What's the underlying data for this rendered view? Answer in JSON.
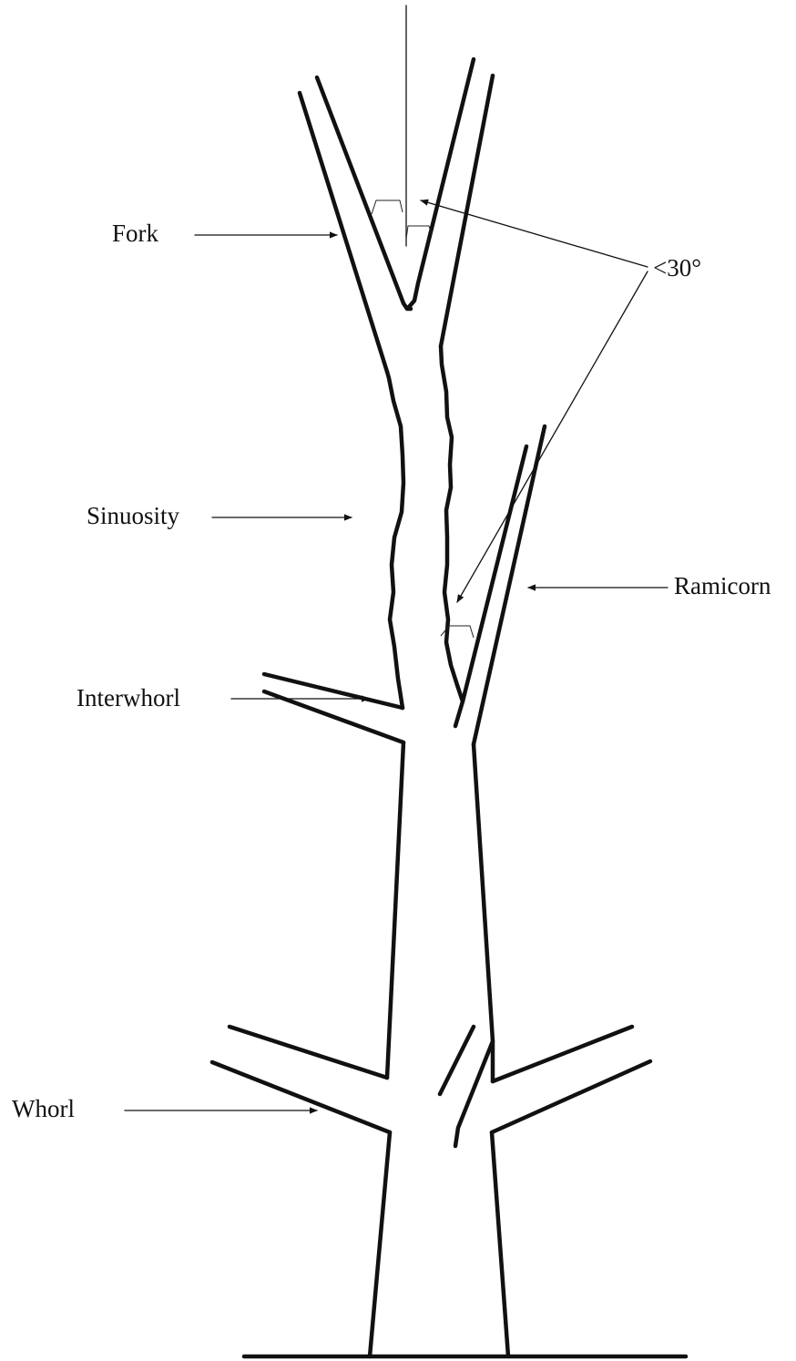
{
  "labels": {
    "fork": "Fork",
    "angle": "<30°",
    "sinuosity": "Sinuosity",
    "ramicorn": "Ramicorn",
    "interwhorl": "Interwhorl",
    "whorl": "Whorl"
  },
  "colors": {
    "line": "#111111",
    "background": "#ffffff"
  }
}
